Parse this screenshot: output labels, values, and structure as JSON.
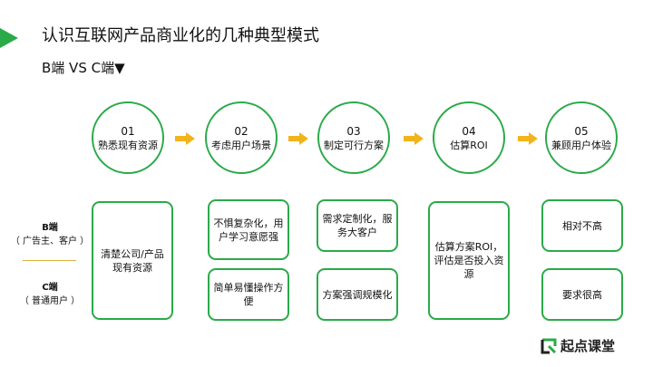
{
  "slide": {
    "title": "认识互联网产品商业化的几种典型模式",
    "subtitle": "B端  VS  C端▼"
  },
  "steps": [
    {
      "num": "01",
      "label": "熟悉现有资源"
    },
    {
      "num": "02",
      "label": "考虑用户场景"
    },
    {
      "num": "03",
      "label": "制定可行方案"
    },
    {
      "num": "04",
      "label": "估算ROI"
    },
    {
      "num": "05",
      "label": "兼顾用户体验"
    }
  ],
  "side_labels": {
    "b": {
      "main": "B端",
      "sub": "（ 广告主、客户 ）"
    },
    "c": {
      "main": "C端",
      "sub": "（ 普通用户 ）"
    }
  },
  "boxes": {
    "col1": "清楚公司/产品现有资源",
    "col2_b": "不惧复杂化，用户学习意愿强",
    "col2_c": "简单易懂操作方便",
    "col3_b": "需求定制化，服务大客户",
    "col3_c": "方案强调规模化",
    "col4": "估算方案ROI，评估是否投入资源",
    "col5_b": "相对不高",
    "col5_c": "要求很高"
  },
  "logo": {
    "text": "起点课堂",
    "icon": "qidian-logo-icon"
  },
  "colors": {
    "accent_green": "#2aaa49",
    "arrow_yellow": "#f2b41b",
    "divider": "#e0b040"
  }
}
